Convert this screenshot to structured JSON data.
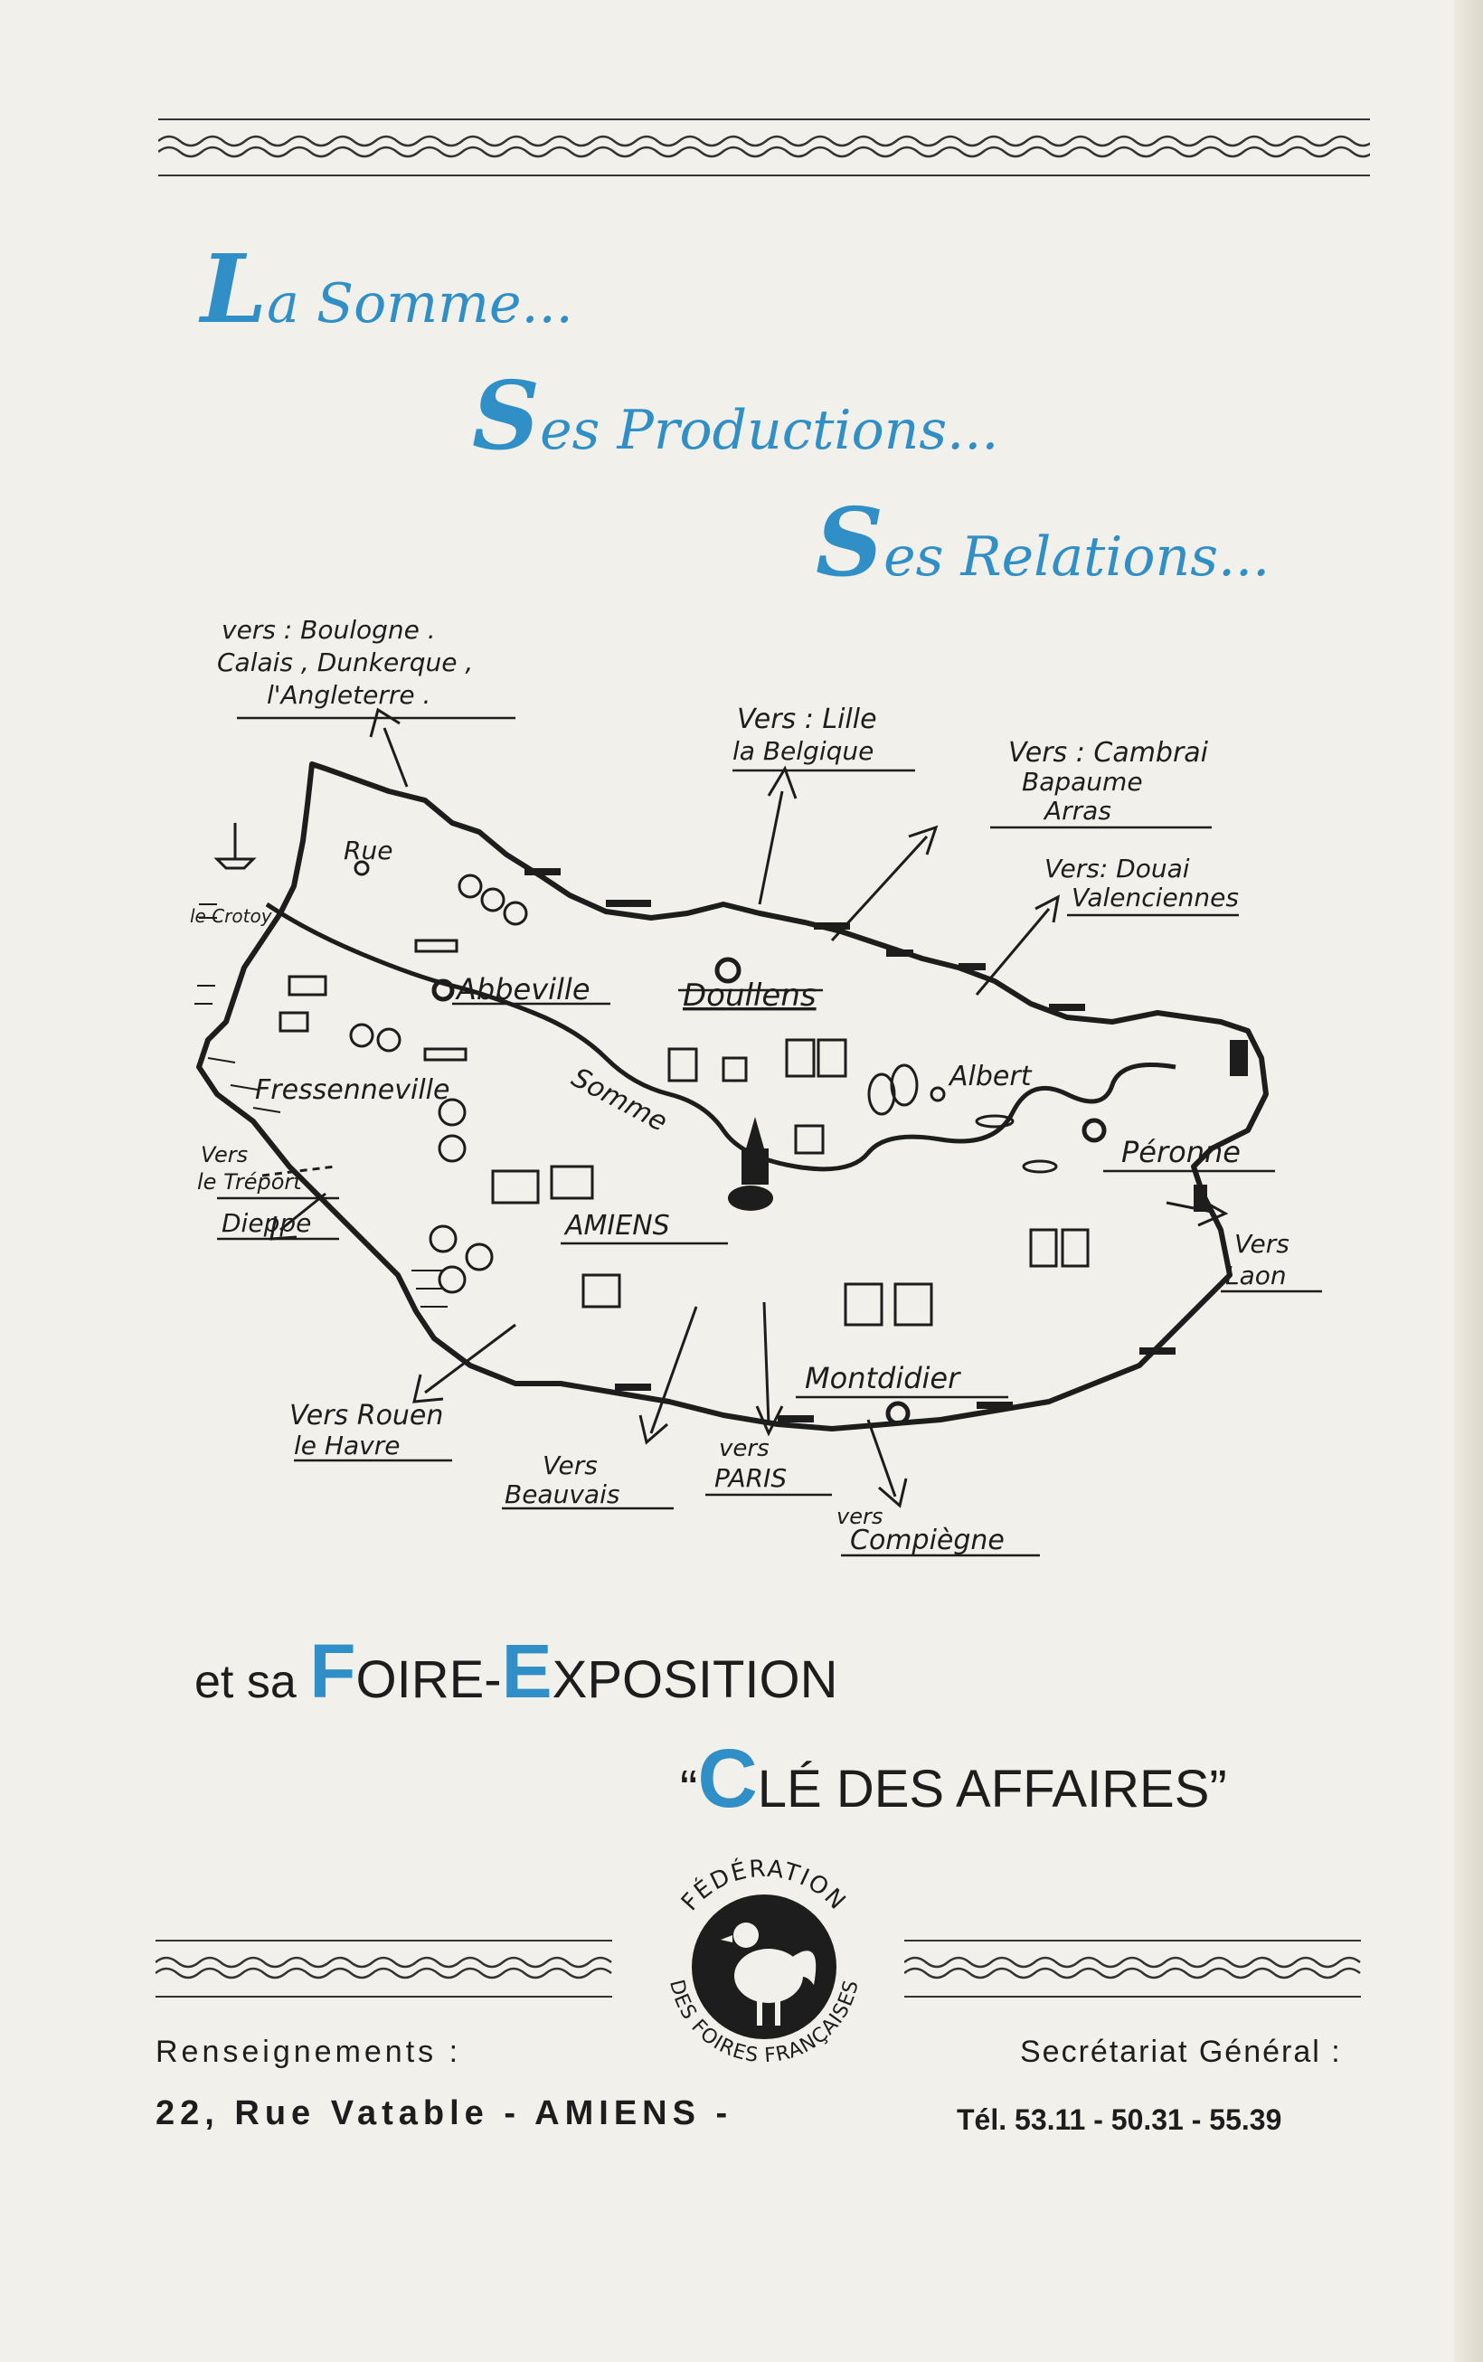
{
  "header": {
    "line1_cap": "L",
    "line1_rest": "a Somme...",
    "line2_cap": "S",
    "line2_rest": "es Productions...",
    "line3_cap": "S",
    "line3_rest": "es Relations..."
  },
  "map": {
    "labels": {
      "boulogne_1": "vers : Boulogne .",
      "boulogne_2": "Calais , Dunkerque ,",
      "boulogne_3": "l'Angleterre .",
      "lille_1": "Vers : Lille",
      "lille_2": "la Belgique",
      "cambrai_1": "Vers : Cambrai",
      "cambrai_2": "Bapaume",
      "cambrai_3": "Arras",
      "douai_1": "Vers: Douai",
      "douai_2": "Valenciennes",
      "rue": "Rue",
      "crotoy": "le Crotoy",
      "abbeville": "Abbeville",
      "doullens": "Doullens",
      "albert": "Albert",
      "fressenneville": "Fressenneville",
      "somme_river": "Somme",
      "peronne": "Péronne",
      "treport_1": "Vers",
      "treport_2": "le Tréport",
      "dieppe": "Dieppe",
      "amiens": "AMIENS",
      "laon_1": "Vers",
      "laon_2": "Laon",
      "montdidier": "Montdidier",
      "rouen_1": "Vers Rouen",
      "rouen_2": "le Havre",
      "beauvais_1": "Vers",
      "beauvais_2": "Beauvais",
      "paris_1": "vers",
      "paris_2": "PARIS",
      "compiegne_1": "vers",
      "compiegne_2": "Compiègne"
    }
  },
  "fair": {
    "prefix": "et sa ",
    "foire_cap": "F",
    "foire_rest": "OIRE-",
    "expo_cap": "E",
    "expo_rest": "XPOSITION",
    "quote_open": "“",
    "cle_cap": "C",
    "cle_rest": "LÉ DES AFFAIRES”"
  },
  "seal": {
    "top_text": "FÉDÉRATION",
    "bottom_text": "DES FOIRES FRANÇAISES"
  },
  "footer": {
    "info_label": "Renseignements :",
    "secretariat_label": "Secrétariat Général :",
    "address": "22, Rue Vatable - AMIENS -",
    "phone": "Tél. 53.11 - 50.31 - 55.39"
  },
  "colors": {
    "accent_blue": "#2f8fc6",
    "ink": "#1d1d1d",
    "paper": "#f2f0ea"
  }
}
